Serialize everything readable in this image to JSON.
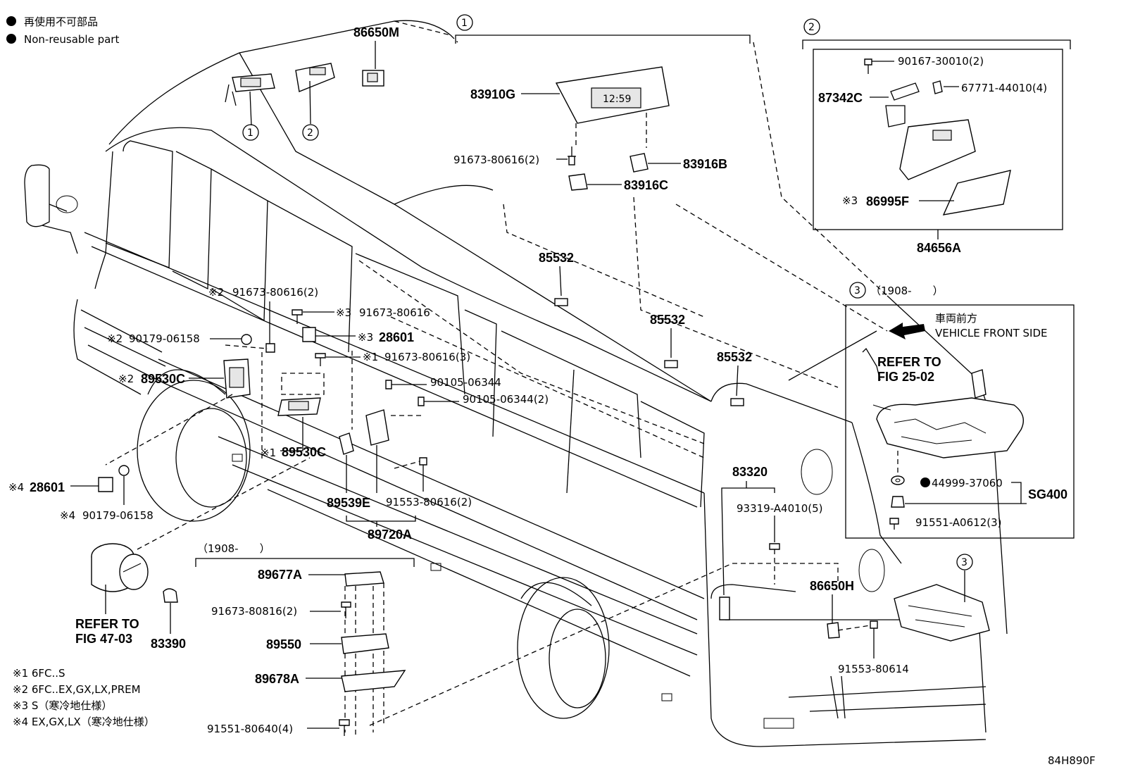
{
  "legend": {
    "jp": "再使用不可部品",
    "en": "Non-reusable part"
  },
  "notes": [
    "※1 6FC..S",
    "※2 6FC..EX,GX,LX,PREM",
    "※3 S（寒冷地仕様）",
    "※4 EX,GX,LX（寒冷地仕様）"
  ],
  "figure_code": "84H890F",
  "callouts": {
    "c1": "1",
    "c2": "2",
    "c3": "3"
  },
  "boxes": {
    "box3_date": "（1908-　　）",
    "box3_front_jp": "車両前方",
    "box3_front_en": "VEHICLE FRONT SIDE",
    "box3_refer1": "REFER TO",
    "box3_refer2": "FIG 25-02",
    "sub_date": "（1908-　　）"
  },
  "labels": {
    "p86650M": "86650M",
    "p83910G": "83910G",
    "p91673_80616_2a": "91673-80616(2)",
    "p83916B": "83916B",
    "p83916C": "83916C",
    "p90167": "90167-30010(2)",
    "p87342C": "87342C",
    "p67771": "67771-44010(4)",
    "p86995F_mark": "※3",
    "p86995F": "86995F",
    "p84656A": "84656A",
    "p85532a": "85532",
    "p85532b": "85532",
    "p85532c": "85532",
    "p91673_80616_2b_mark": "※2",
    "p91673_80616_2b": "91673-80616(2)",
    "p91673_80616_mark": "※3",
    "p91673_80616": "91673-80616",
    "p90179_a_mark": "※2",
    "p90179_a": "90179-06158",
    "p28601a_mark": "※3",
    "p28601a": "28601",
    "p91673_80616_3_mark": "※1",
    "p91673_80616_3": "91673-80616(3)",
    "p89530C_a_mark": "※2",
    "p89530C_a": "89530C",
    "p90105_a": "90105-06344",
    "p90105_b": "90105-06344(2)",
    "p89530C_b_mark": "※1",
    "p89530C_b": "89530C",
    "p28601b_mark": "※4",
    "p28601b": "28601",
    "p90179_b_mark": "※4",
    "p90179_b": "90179-06158",
    "p89539E": "89539E",
    "p91553_80616": "91553-80616(2)",
    "p89720A": "89720A",
    "p83320": "83320",
    "p93319": "93319-A4010(5)",
    "p44999": "44999-37060",
    "pSG400": "SG400",
    "p91551_A0612": "91551-A0612(3)",
    "p86650H": "86650H",
    "p91553_80614": "91553-80614",
    "p89677A": "89677A",
    "p91673_80816": "91673-80816(2)",
    "p89550": "89550",
    "p89678A": "89678A",
    "p91551_80640": "91551-80640(4)",
    "p83390": "83390",
    "refer47a": "REFER TO",
    "refer47b": "FIG 47-03"
  },
  "colors": {
    "line": "#000000",
    "background": "#ffffff"
  }
}
